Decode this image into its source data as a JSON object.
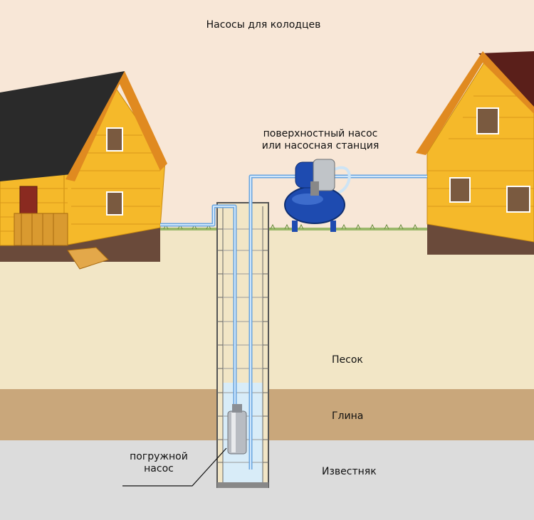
{
  "title": "Насосы для колодцев",
  "labels": {
    "surface_pump_line1": "поверхностный насос",
    "surface_pump_line2": "или насосная станция",
    "submersible_line1": "погружной",
    "submersible_line2": "насос",
    "sand": "Песок",
    "clay": "Глина",
    "limestone": "Известняк"
  },
  "colors": {
    "sky": "#f8e7d7",
    "sand": "#f2e6c6",
    "clay": "#c9a77b",
    "limestone": "#dcdcdc",
    "water_pipe": "#6aa6e0",
    "pump_tank": "#1e4bb0",
    "wall_wood": "#f5b92a",
    "roof_left": "#2a2a2a",
    "roof_right": "#5a1f1a"
  },
  "icons": {
    "left_house": "house-icon",
    "right_house": "house-icon",
    "surface_pump": "pump-station-icon",
    "submersible_pump": "submersible-pump-icon",
    "well": "well-shaft-icon"
  }
}
